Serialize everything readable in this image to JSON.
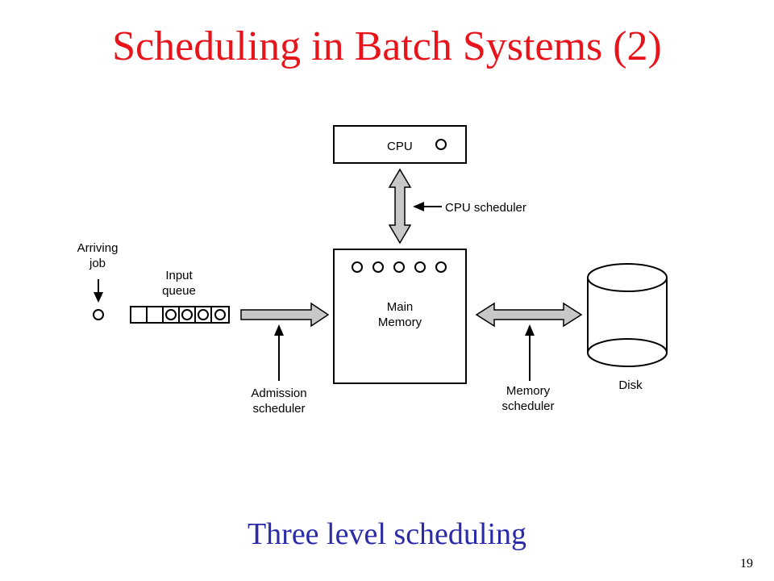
{
  "slide": {
    "title": "Scheduling in Batch Systems (2)",
    "caption": "Three level scheduling",
    "page_number": "19"
  },
  "diagram": {
    "cpu_label": "CPU",
    "cpu_scheduler_label": "CPU scheduler",
    "arriving_job_label": [
      "Arriving",
      "job"
    ],
    "input_queue_label": [
      "Input",
      "queue"
    ],
    "main_memory_label": [
      "Main",
      "Memory"
    ],
    "admission_scheduler_label": [
      "Admission",
      "scheduler"
    ],
    "memory_scheduler_label": [
      "Memory",
      "scheduler"
    ],
    "disk_label": "Disk"
  }
}
